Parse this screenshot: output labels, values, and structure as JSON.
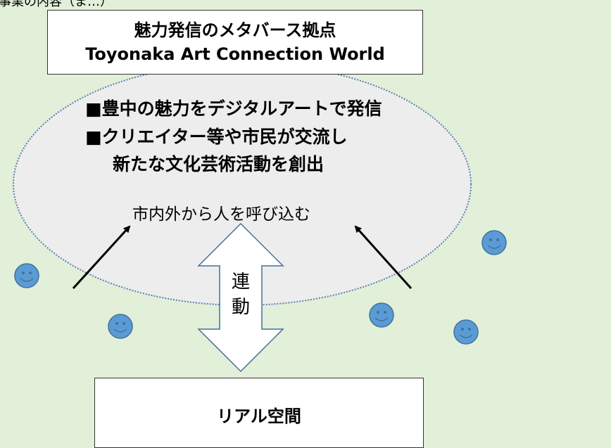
{
  "caption_top": "事業の内容（ま…）",
  "metaverse_box": {
    "title_line1": "魅力発信のメタバース拠点",
    "title_line2": "Toyonaka Art Connection World"
  },
  "features": [
    "■豊中の魅力をデジタルアートで発信",
    "■クリエイター等や市民が交流し",
    "新たな文化芸術活動を創出"
  ],
  "invite_text": "市内外から人を呼び込む",
  "link_label": [
    "連",
    "動"
  ],
  "real_box_label": "リアル空間",
  "colors": {
    "background": "#e2efd9",
    "ellipse_fill": "#ededed",
    "ellipse_border": "#5b7fb0",
    "smiley_fill": "#5b9bd5",
    "smiley_stroke": "#41719c"
  }
}
